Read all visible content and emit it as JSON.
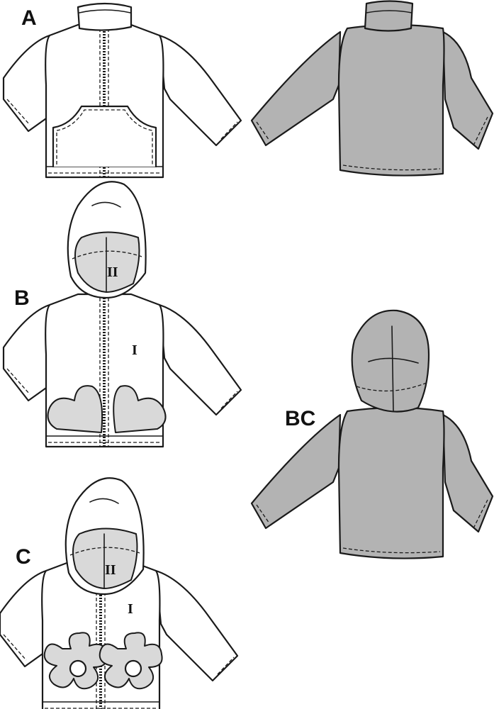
{
  "views": [
    {
      "label": "A",
      "type": "front",
      "pieces": []
    },
    {
      "label": "",
      "type": "back"
    },
    {
      "label": "B",
      "type": "front",
      "pieces": [
        "II",
        "I"
      ]
    },
    {
      "label": "BC",
      "type": "back"
    },
    {
      "label": "C",
      "type": "front",
      "pieces": [
        "II",
        "I"
      ]
    }
  ],
  "colors": {
    "fill_back": "#b3b3b3",
    "fill_applique": "#d9d9d9",
    "line": "#1a1a1a"
  }
}
